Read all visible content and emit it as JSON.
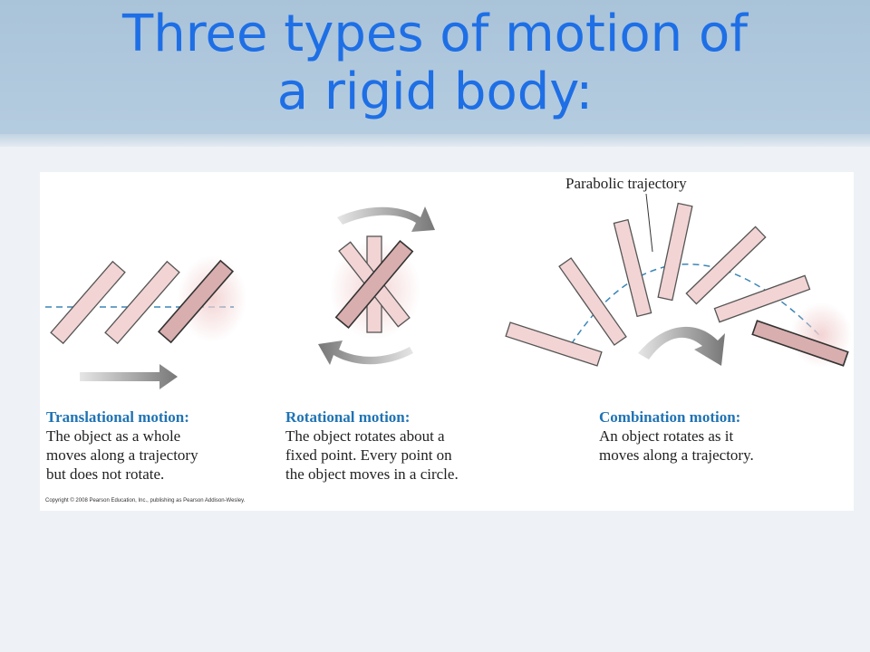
{
  "slide": {
    "title_line1": "Three types of motion of",
    "title_line2": "a rigid body:"
  },
  "figure": {
    "trajectory_label": "Parabolic trajectory",
    "panels": [
      {
        "title": "Translational motion:",
        "lines": [
          "The object as a whole",
          "moves along a trajectory",
          "but does not rotate."
        ]
      },
      {
        "title": "Rotational motion:",
        "lines": [
          "The object rotates about a",
          "fixed point. Every point on",
          "the object moves in a circle."
        ]
      },
      {
        "title": "Combination motion:",
        "lines": [
          "An object rotates as it",
          "moves along a trajectory."
        ]
      }
    ],
    "copyright": "Copyright © 2008 Pearson Education, Inc., publishing as Pearson Addison-Wesley."
  },
  "colors": {
    "title": "#1e6fe6",
    "caption_title": "#1f73b4",
    "trajectory": "#3a86b8",
    "bar_fill": "#f2d4d4",
    "header_band": "#a9c3d9"
  }
}
